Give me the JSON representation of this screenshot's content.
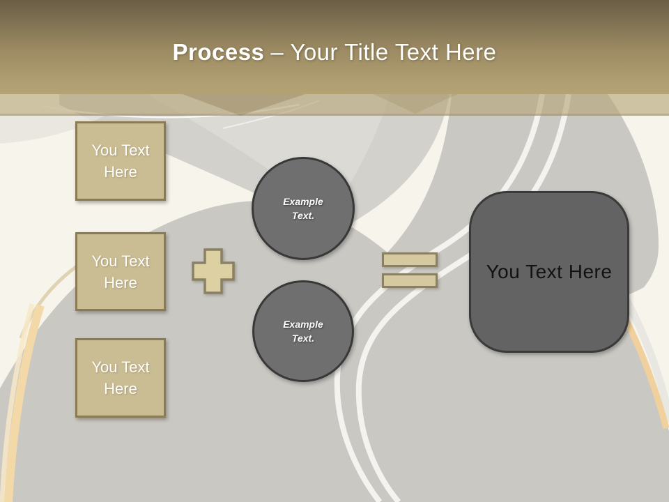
{
  "slide": {
    "header": {
      "title_bold": "Process",
      "title_rest": "– Your Title Text Here"
    },
    "input_boxes": [
      {
        "label": "You Text Here"
      },
      {
        "label": "You Text Here"
      },
      {
        "label": "You Text Here"
      }
    ],
    "example_circles": [
      {
        "label": "Example Text."
      },
      {
        "label": "Example Text."
      }
    ],
    "result_box": {
      "label": "You Text Here"
    },
    "icons": {
      "plus": "plus-sign",
      "equals": "equals-sign"
    },
    "colors": {
      "header_gradient_top": "#695d44",
      "header_gradient_bottom": "#b2a274",
      "tan_fill": "#cbbd93",
      "tan_border": "#8a7b52",
      "operator_fill": "#ddd0a2",
      "operator_border": "#8a8164",
      "circle_fill": "#6f6f6f",
      "circle_border": "#383838",
      "result_fill": "#636363",
      "result_border": "#3a3a3a",
      "road_gray": "#cac8c3",
      "background_cream": "#f7f4ec",
      "road_stripe_orange": "#f3d9a8"
    }
  }
}
